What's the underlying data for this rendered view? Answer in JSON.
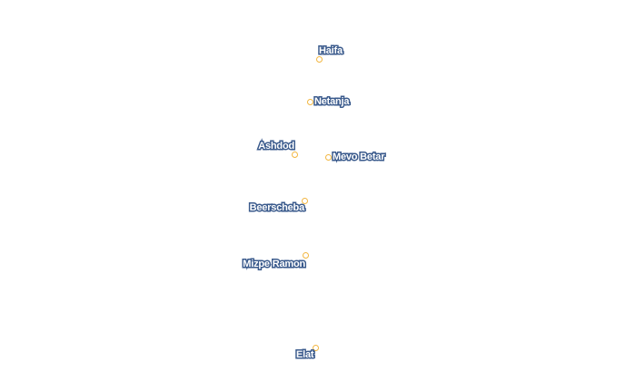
{
  "map": {
    "point_color": "#f2b640",
    "label_fill": "#ffffff",
    "label_halo": "#3a5a8c",
    "cities": [
      {
        "name": "Haifa"
      },
      {
        "name": "Netanja"
      },
      {
        "name": "Ashdod"
      },
      {
        "name": "Mevo Betar"
      },
      {
        "name": "Beerscheba"
      },
      {
        "name": "Mizpe Ramon"
      },
      {
        "name": "Elat"
      }
    ]
  }
}
